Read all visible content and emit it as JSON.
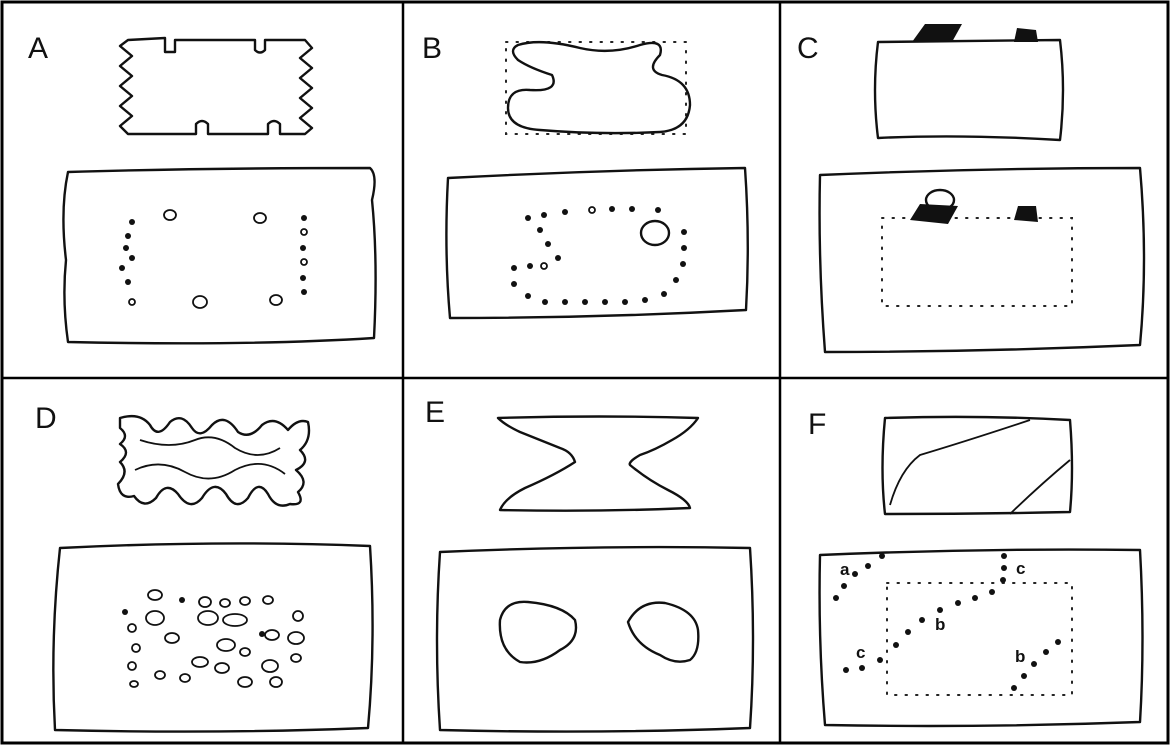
{
  "panels": [
    {
      "id": "A",
      "label": "A"
    },
    {
      "id": "B",
      "label": "B"
    },
    {
      "id": "C",
      "label": "C"
    },
    {
      "id": "D",
      "label": "D"
    },
    {
      "id": "E",
      "label": "E"
    },
    {
      "id": "F",
      "label": "F",
      "annotations": [
        "a",
        "c",
        "b",
        "c",
        "b"
      ]
    }
  ]
}
